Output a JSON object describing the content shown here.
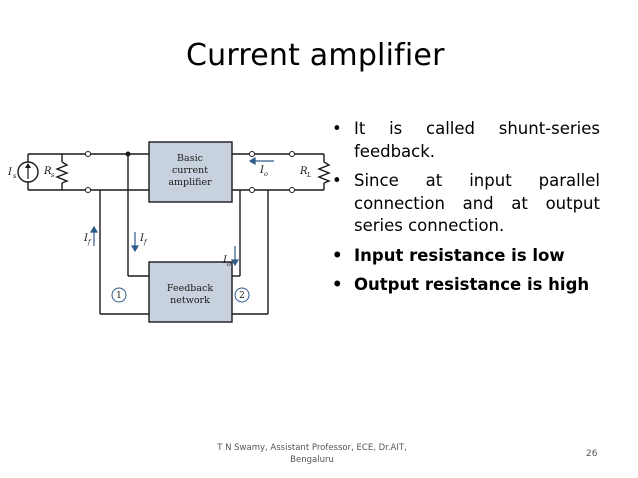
{
  "slide": {
    "title": "Current amplifier",
    "bullets": [
      {
        "text": "It is called shunt-series feedback.",
        "bold": false
      },
      {
        "text": "Since at input parallel connection and at output series connection.",
        "bold": false
      },
      {
        "text": "Input resistance is low",
        "bold": true
      },
      {
        "text": "Output resistance is high",
        "bold": true
      }
    ],
    "footer": "T N Swamy, Assistant Professor, ECE, Dr.AIT, Bengaluru",
    "page_number": "26"
  },
  "diagram": {
    "amplifier_label": [
      "Basic",
      "current",
      "amplifier"
    ],
    "feedback_label": [
      "Feedback",
      "network"
    ],
    "source_label": "I",
    "source_sub": "s",
    "rs_label": "R",
    "rs_sub": "s",
    "rl_label": "R",
    "rl_sub": "L",
    "io_label": "I",
    "io_sub": "o",
    "if_label": "I",
    "if_sub": "f",
    "port1": "1",
    "port2": "2",
    "box_fill": "#c8d1de",
    "wire_color": "#1a1a1a"
  }
}
